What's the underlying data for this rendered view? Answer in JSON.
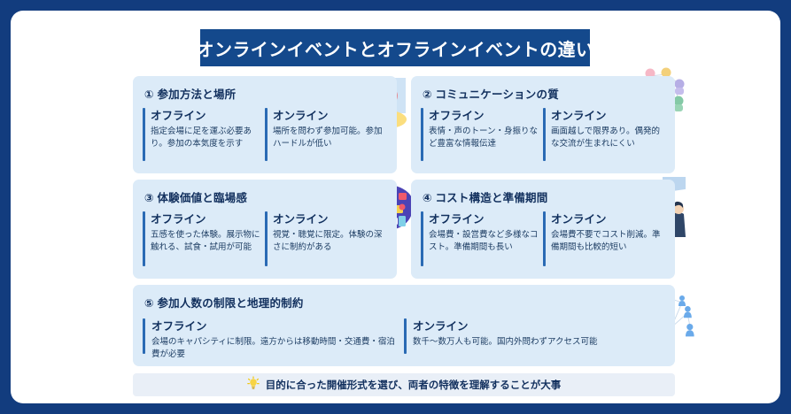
{
  "theme": {
    "frame_color": "#123c7e",
    "title_bar_color": "#14498c",
    "card_bg": "#dcebf8",
    "accent_bar": "#2a6ab4",
    "heading_text": "#12305e",
    "footer_bg": "#e9eff7",
    "pin_red": "#f44b4d",
    "pin_shadow_yellow": "#fbde7e"
  },
  "header": {
    "title": "オンラインイベントとオフラインイベントの違い"
  },
  "cards": [
    {
      "number": "①",
      "heading": "① 参加方法と場所",
      "illustration": "map-pin-illustration",
      "columns": [
        {
          "title": "オフライン",
          "body": "指定会場に足を運ぶ必要あり。参加の本気度を示す"
        },
        {
          "title": "オンライン",
          "body": "場所を問わず参加可能。参加ハードルが低い"
        }
      ]
    },
    {
      "number": "②",
      "heading": "② コミュニケーションの質",
      "illustration": "people-speaking-illustration",
      "columns": [
        {
          "title": "オフライン",
          "body": "表情・声のトーン・身振りなど豊富な情報伝達"
        },
        {
          "title": "オンライン",
          "body": "画面越しで限界あり。偶発的な交流が生まれにくい"
        }
      ]
    },
    {
      "number": "③",
      "heading": "③ 体験価値と臨場感",
      "illustration": "media-collage-illustration",
      "columns": [
        {
          "title": "オフライン",
          "body": "五感を使った体験。展示物に触れる、試食・試用が可能"
        },
        {
          "title": "オンライン",
          "body": "視覚・聴覚に限定。体験の深さに制約がある"
        }
      ]
    },
    {
      "number": "④",
      "heading": "④ コスト構造と準備期間",
      "illustration": "finance-cost-illustration",
      "columns": [
        {
          "title": "オフライン",
          "body": "会場費・設営費など多様なコスト。準備期間も長い"
        },
        {
          "title": "オンライン",
          "body": "会場費不要でコスト削減。準備期間も比較的短い"
        }
      ]
    },
    {
      "number": "⑤",
      "heading": "⑤ 参加人数の制限と地理的制約",
      "illustration": "people-network-illustration",
      "columns": [
        {
          "title": "オフライン",
          "body": "会場のキャパシティに制限。遠方からは移動時間・交通費・宿泊費が必要"
        },
        {
          "title": "オンライン",
          "body": "数千〜数万人も可能。国内外問わずアクセス可能"
        }
      ]
    }
  ],
  "footer": {
    "icon": "lightbulb-icon",
    "text": "目的に合った開催形式を選び、両者の特徴を理解することが大事"
  }
}
